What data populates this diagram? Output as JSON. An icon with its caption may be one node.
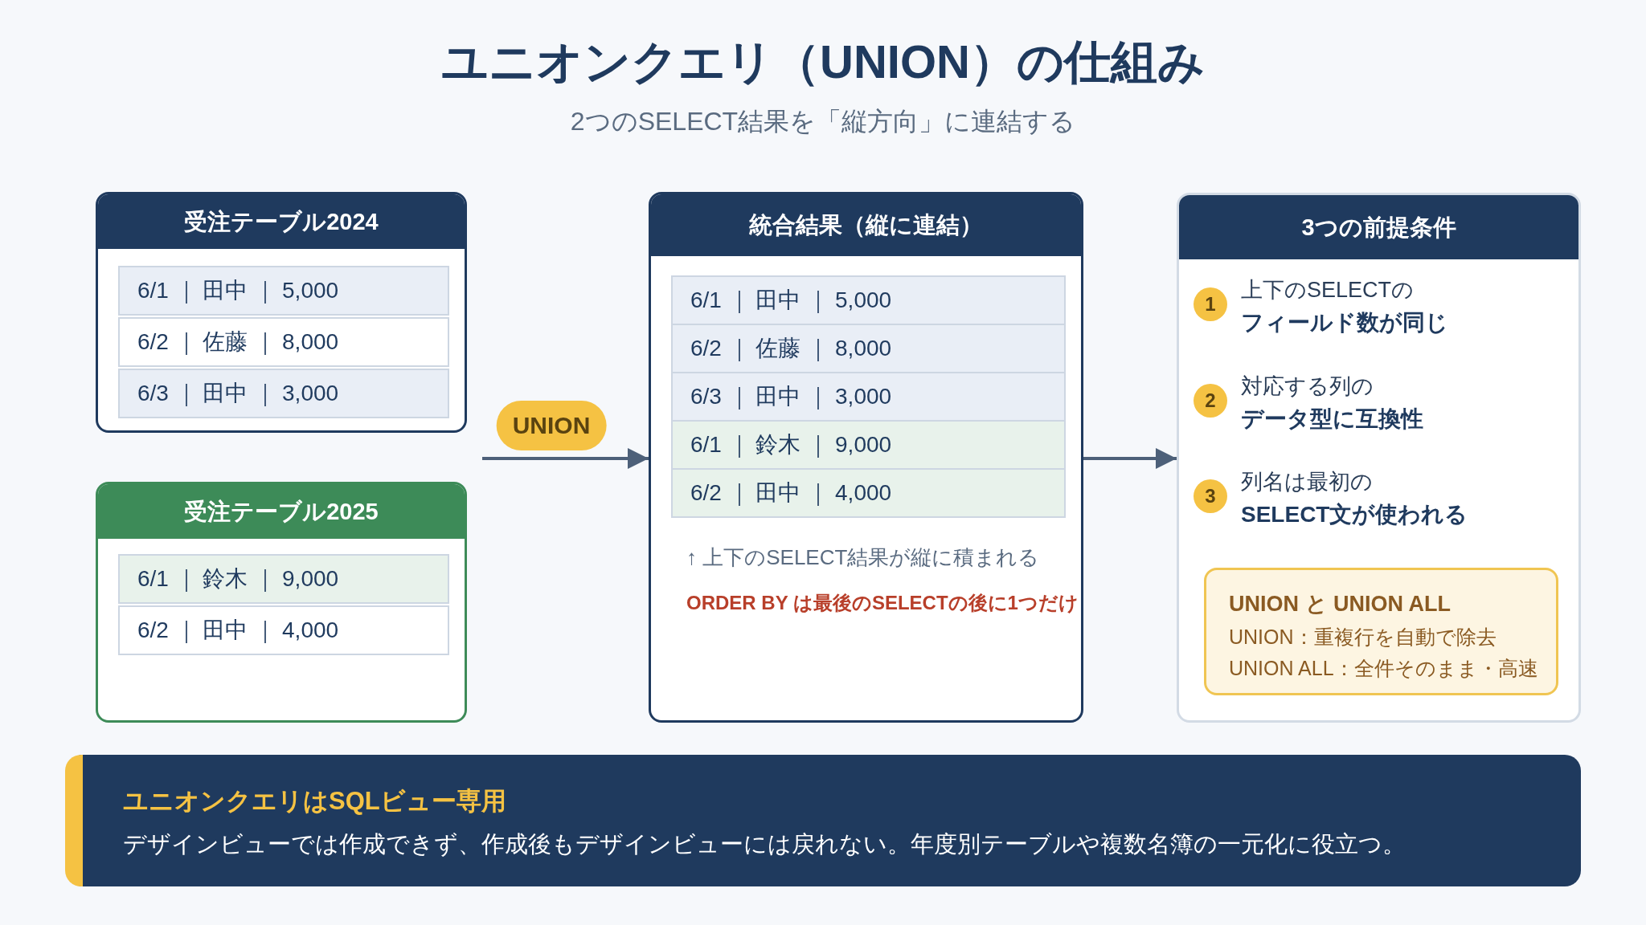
{
  "diagram": {
    "title": "ユニオンクエリ（UNION）の仕組み",
    "nodes": [
      {
        "text": [
          "受注テーブル2024"
        ]
      },
      {
        "text": [
          "6/1 ｜ 田中 ｜ 5,000"
        ],
        "in": 0
      },
      {
        "text": [
          "6/2 ｜ 佐藤 ｜ 8,000"
        ],
        "in": 0
      },
      {
        "text": [
          "6/3 ｜ 田中 ｜ 3,000"
        ],
        "in": 0
      },
      {
        "text": [
          "受注テーブル2025"
        ]
      },
      {
        "text": [
          "6/1 ｜ 鈴木 ｜ 9,000"
        ],
        "in": 4
      },
      {
        "text": [
          "6/2 ｜ 田中 ｜ 4,000"
        ],
        "in": 4
      },
      {
        "text": [
          "統合結果（縦に連結）",
          "↑ 上下のSELECT結果が縦に積まれる",
          "ORDER BY は最後のSELECTの後に1つだけ"
        ]
      },
      {
        "text": [
          "6/1 ｜ 田中 ｜ 5,000"
        ],
        "in": 7
      },
      {
        "text": [
          "6/2 ｜ 佐藤 ｜ 8,000"
        ],
        "in": 7
      },
      {
        "text": [
          "6/3 ｜ 田中 ｜ 3,000"
        ],
        "in": 7
      },
      {
        "text": [
          "6/1 ｜ 鈴木 ｜ 9,000"
        ],
        "in": 7
      },
      {
        "text": [
          "6/2 ｜ 田中 ｜ 4,000"
        ],
        "in": 7
      },
      {
        "text": [
          "3つの前提条件"
        ]
      },
      {
        "text": [
          "1"
        ],
        "in": 13,
        "beside": [
          "上下のSELECTの",
          "フィールド数が同じ"
        ]
      },
      {
        "text": [
          "2"
        ],
        "in": 13,
        "beside": [
          "対応する列の",
          "データ型に互換性"
        ]
      },
      {
        "text": [
          "3"
        ],
        "in": 13,
        "beside": [
          "列名は最初の",
          "SELECT文が使われる"
        ]
      },
      {
        "text": [
          "UNION と UNION ALL",
          "UNION：重複行を自動で除去",
          "UNION ALL：全件そのまま・高速"
        ],
        "in": 13
      },
      {
        "text": [
          "ユニオンクエリはSQLビュー専用",
          "デザインビューでは作成できず、作成後もデザインビューには戻れない。年度別テーブルや複数名簿の一元化に役立つ。"
        ]
      }
    ],
    "edges": [
      {
        "from": null,
        "to": 7,
        "arrow": "to",
        "label": "UNION"
      },
      {
        "from": 7,
        "to": 13,
        "arrow": "to"
      }
    ],
    "labels": [
      "2つのSELECT結果を「縦方向」に連結する"
    ]
  }
}
